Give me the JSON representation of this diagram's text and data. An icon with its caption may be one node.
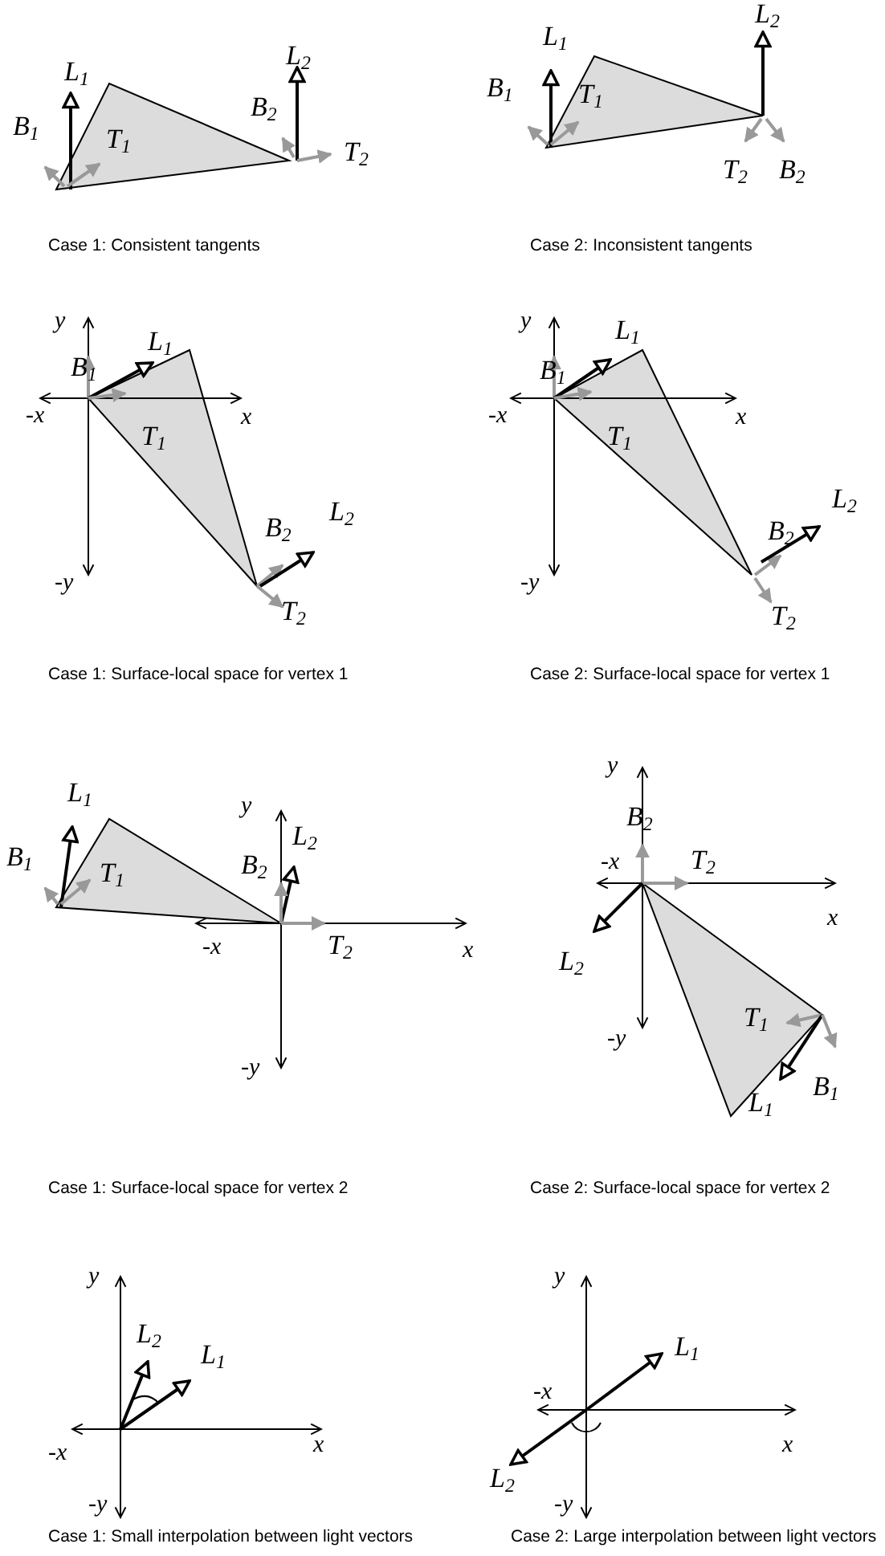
{
  "diagram": {
    "labels": [
      "L$_{1}$",
      "B$_{1}$",
      "T$_{1}$",
      "L$_{2}$",
      "B$_{2}$",
      "T$_{2}$",
      "L$_{1}$",
      "B$_{1}$",
      "T$_{1}$",
      "L$_{2}$",
      "T$_{2}$",
      "B$_{2}$",
      "Case 1: Consistent tangents",
      "Case 2: Inconsistent tangents",
      "y",
      "B$_{1}$",
      "L$_{1}$",
      "-x",
      "T$_{1}$",
      "x",
      "B$_{2}$",
      "L$_{2}$",
      "-y",
      "T$_{2}$",
      "y",
      "B$_{1}$",
      "L$_{1}$",
      "-x",
      "T$_{1}$",
      "x",
      "B$_{2}$",
      "L$_{2}$",
      "-y",
      "T$_{2}$",
      "Case 1: Surface-local space for vertex 1",
      "Case 2: Surface-local space for vertex 1",
      "L$_{1}$",
      "B$_{1}$",
      "T$_{1}$",
      "y",
      "L$_{2}$",
      "B$_{2}$",
      "T$_{2}$",
      "-x",
      "x",
      "-y",
      "y",
      "B$_{2}$",
      "-x",
      "T$_{2}$",
      "x",
      "L$_{2}$",
      "T$_{1}$",
      "-y",
      "L$_{1}$",
      "B$_{1}$",
      "Case 1: Surface-local space for vertex 2",
      "Case 2: Surface-local space for vertex 2",
      "y",
      "L$_{2}$",
      "L$_{1}$",
      "-x",
      "x",
      "-y",
      "y",
      "L$_{1}$",
      "-x",
      "x",
      "L$_{2}$",
      "-y",
      "Case 1: Small interpolation between light vectors",
      "Case 2: Large interpolation between light vectors"
    ]
  }
}
